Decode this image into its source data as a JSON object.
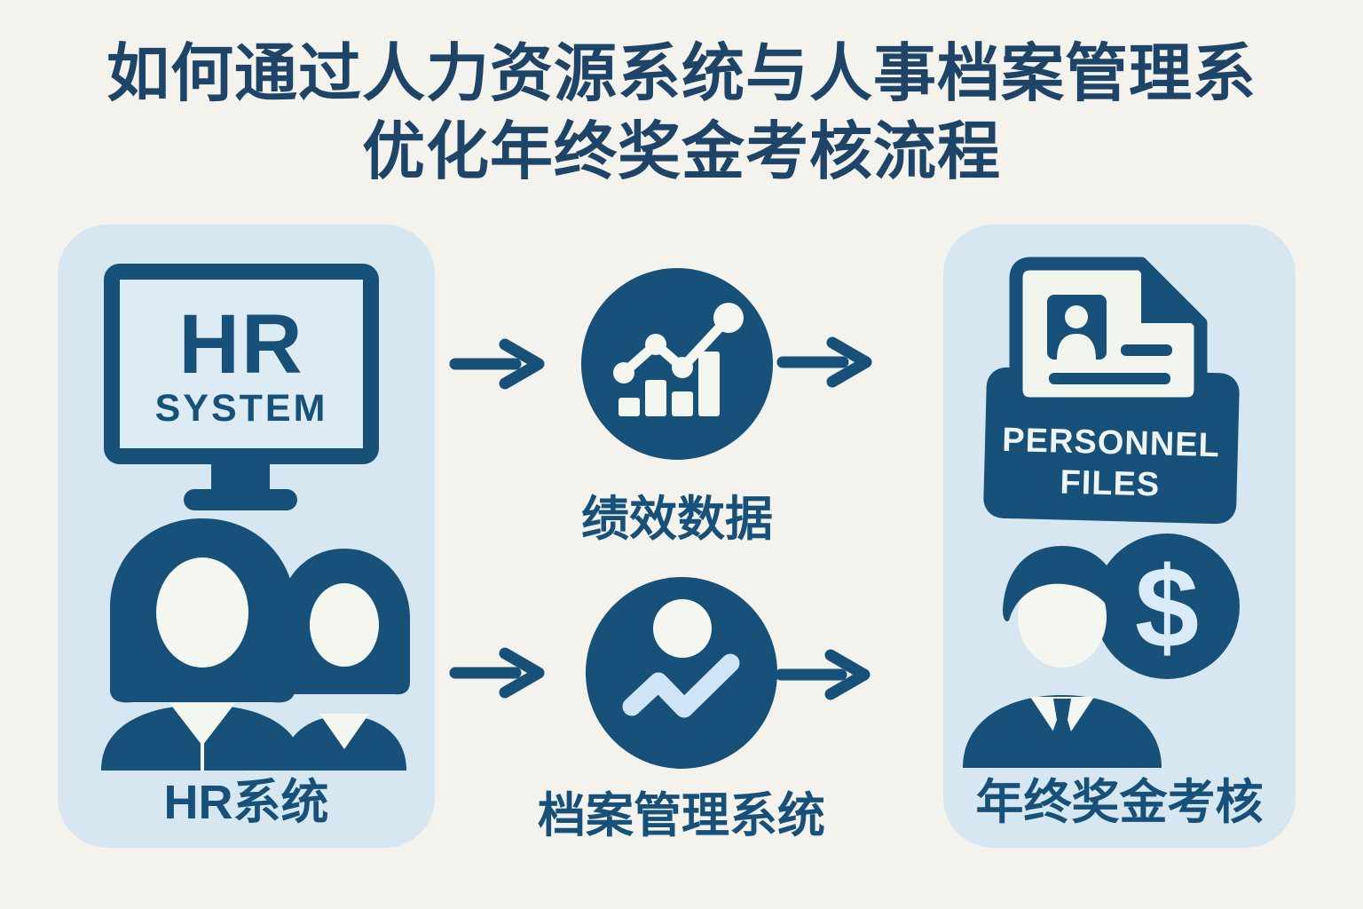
{
  "title": {
    "line1": "如何通过人力资源系统与人事档案管理系",
    "line2": "优化年终奖金考核流程"
  },
  "left_panel": {
    "monitor_text_top": "HR",
    "monitor_text_bottom": "SYSTEM",
    "label": "HR系统"
  },
  "middle": {
    "top_label": "绩效数据",
    "bottom_label": "档案管理系统"
  },
  "right_panel": {
    "badge_line1": "PERSONNEL",
    "badge_line2": "FILES",
    "dollar_sign": "$",
    "label": "年终奖金考核"
  },
  "colors": {
    "background": "#f3f2ec",
    "panel_blue": "#d7e7f1",
    "navy": "#175078",
    "title_navy": "#1e4468",
    "light_accent": "#cfe4f6",
    "off_white": "#f4f6f0"
  }
}
